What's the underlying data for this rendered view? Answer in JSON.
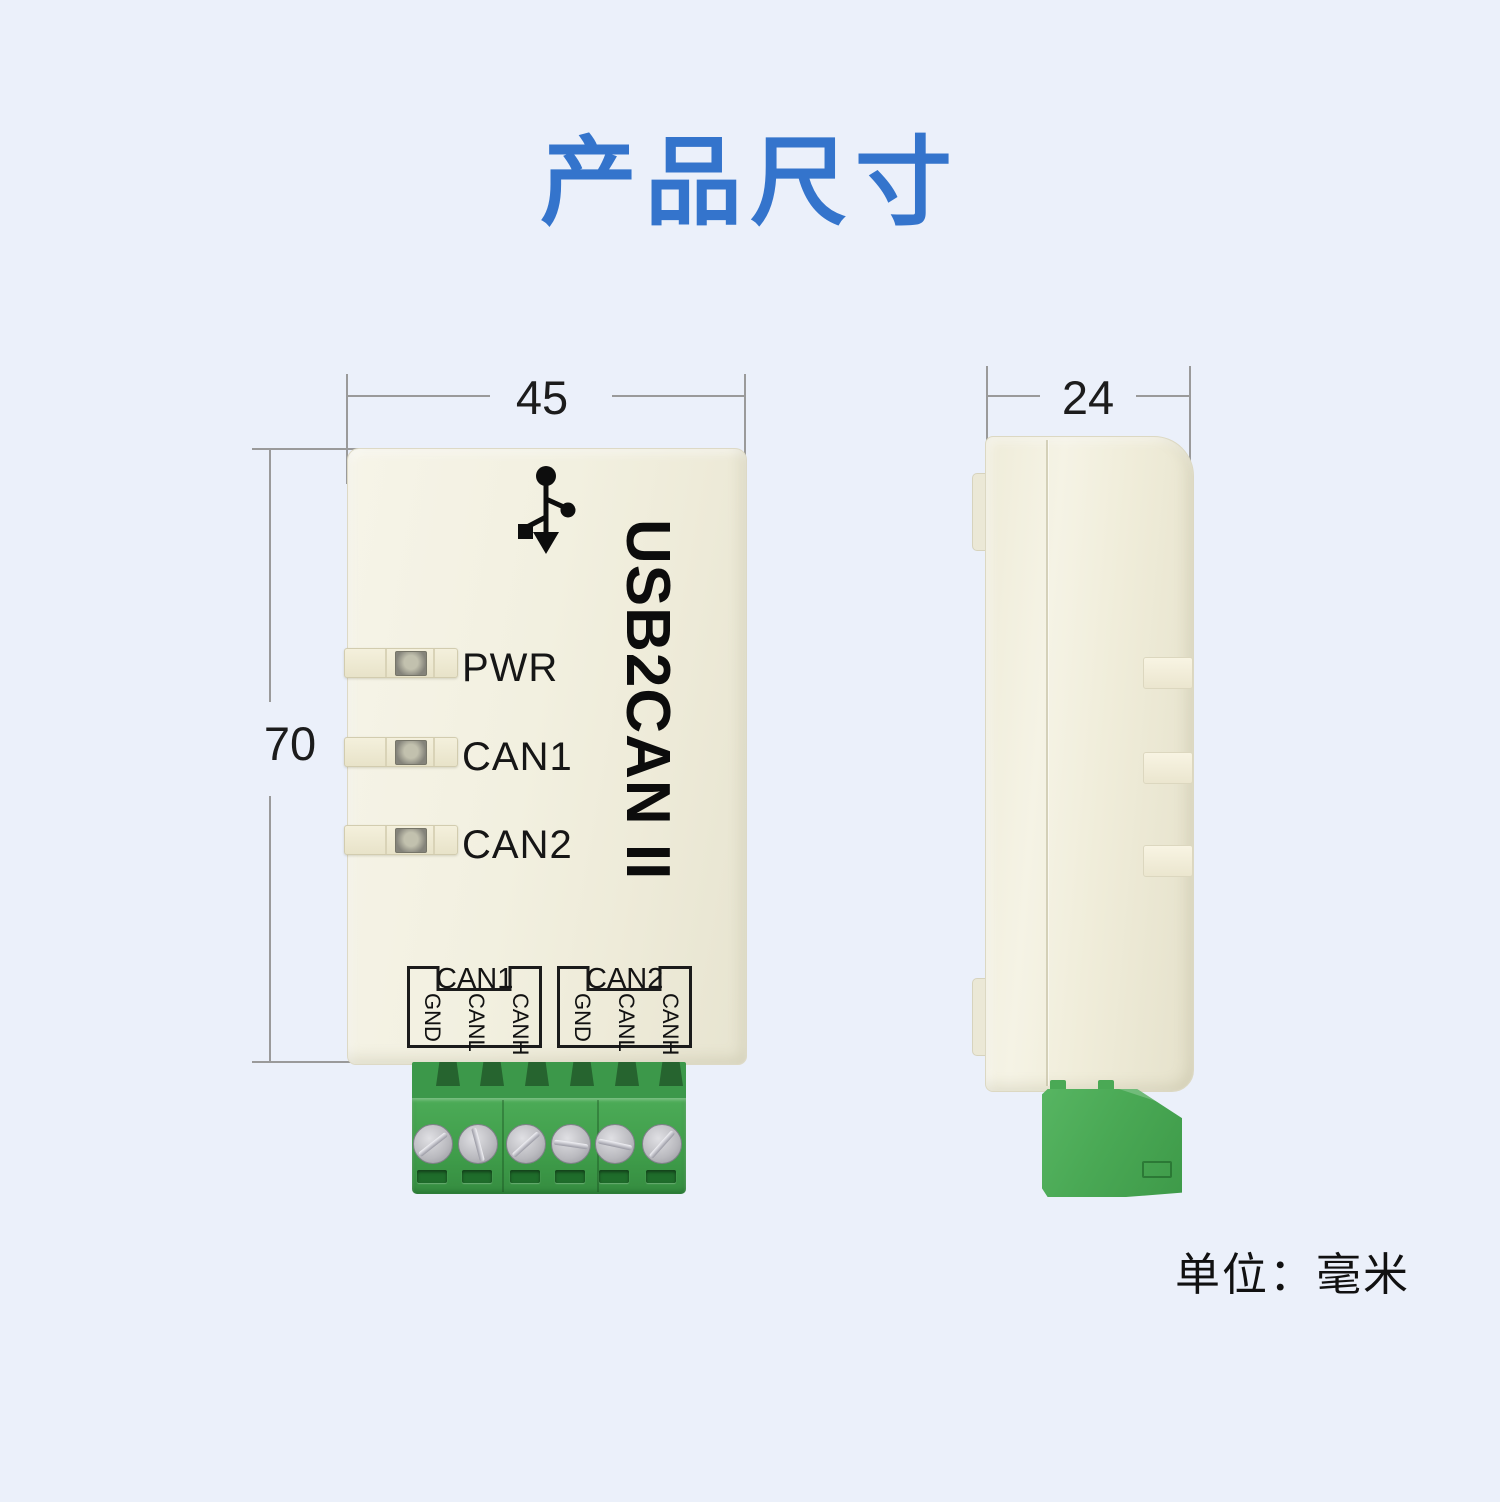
{
  "page": {
    "title": "产品尺寸",
    "unit_note": "单位：毫米"
  },
  "front_view": {
    "name_vertical": "USB2CAN II",
    "width_dim": "45",
    "height_dim": "70",
    "usb_icon": "usb-trident-icon",
    "leds": [
      {
        "label": "PWR"
      },
      {
        "label": "CAN1"
      },
      {
        "label": "CAN2"
      }
    ],
    "ports": [
      {
        "label": "CAN1",
        "pins": [
          "GND",
          "CANL",
          "CANH"
        ]
      },
      {
        "label": "CAN2",
        "pins": [
          "GND",
          "CANL",
          "CANH"
        ]
      }
    ]
  },
  "side_view": {
    "depth_dim": "24"
  },
  "colors": {
    "background": "#ebf0fa",
    "title_blue": "#3474cc",
    "case_cream": "#f2f0e0",
    "terminal_green": "#43a04e",
    "dimension_line": "#9a9a9a",
    "text_black": "#1a1a1a"
  }
}
